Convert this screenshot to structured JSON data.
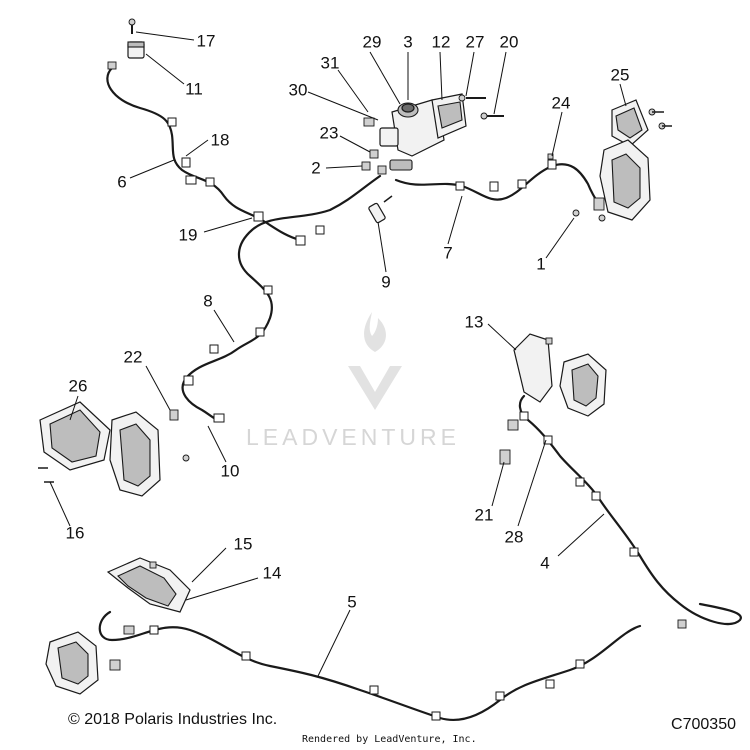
{
  "callouts": [
    {
      "id": "17",
      "text": "17"
    },
    {
      "id": "11",
      "text": "11"
    },
    {
      "id": "18",
      "text": "18"
    },
    {
      "id": "6",
      "text": "6"
    },
    {
      "id": "19",
      "text": "19"
    },
    {
      "id": "31",
      "text": "31"
    },
    {
      "id": "30",
      "text": "30"
    },
    {
      "id": "29",
      "text": "29"
    },
    {
      "id": "3",
      "text": "3"
    },
    {
      "id": "12",
      "text": "12"
    },
    {
      "id": "27",
      "text": "27"
    },
    {
      "id": "20",
      "text": "20"
    },
    {
      "id": "23",
      "text": "23"
    },
    {
      "id": "2",
      "text": "2"
    },
    {
      "id": "25",
      "text": "25"
    },
    {
      "id": "24",
      "text": "24"
    },
    {
      "id": "1",
      "text": "1"
    },
    {
      "id": "7",
      "text": "7"
    },
    {
      "id": "9",
      "text": "9"
    },
    {
      "id": "8",
      "text": "8"
    },
    {
      "id": "13",
      "text": "13"
    },
    {
      "id": "22",
      "text": "22"
    },
    {
      "id": "26",
      "text": "26"
    },
    {
      "id": "10",
      "text": "10"
    },
    {
      "id": "16",
      "text": "16"
    },
    {
      "id": "21",
      "text": "21"
    },
    {
      "id": "28",
      "text": "28"
    },
    {
      "id": "4",
      "text": "4"
    },
    {
      "id": "15",
      "text": "15"
    },
    {
      "id": "14",
      "text": "14"
    },
    {
      "id": "5",
      "text": "5"
    }
  ],
  "footer": {
    "copyright": "© 2018 Polaris Industries Inc.",
    "figure_code": "C700350",
    "rendered_by": "Rendered by LeadVenture, Inc."
  },
  "watermark": {
    "text": "LEADVENTURE"
  },
  "colors": {
    "line": "#1a1a1a",
    "background": "#ffffff",
    "watermark": "#d6d6d6"
  }
}
